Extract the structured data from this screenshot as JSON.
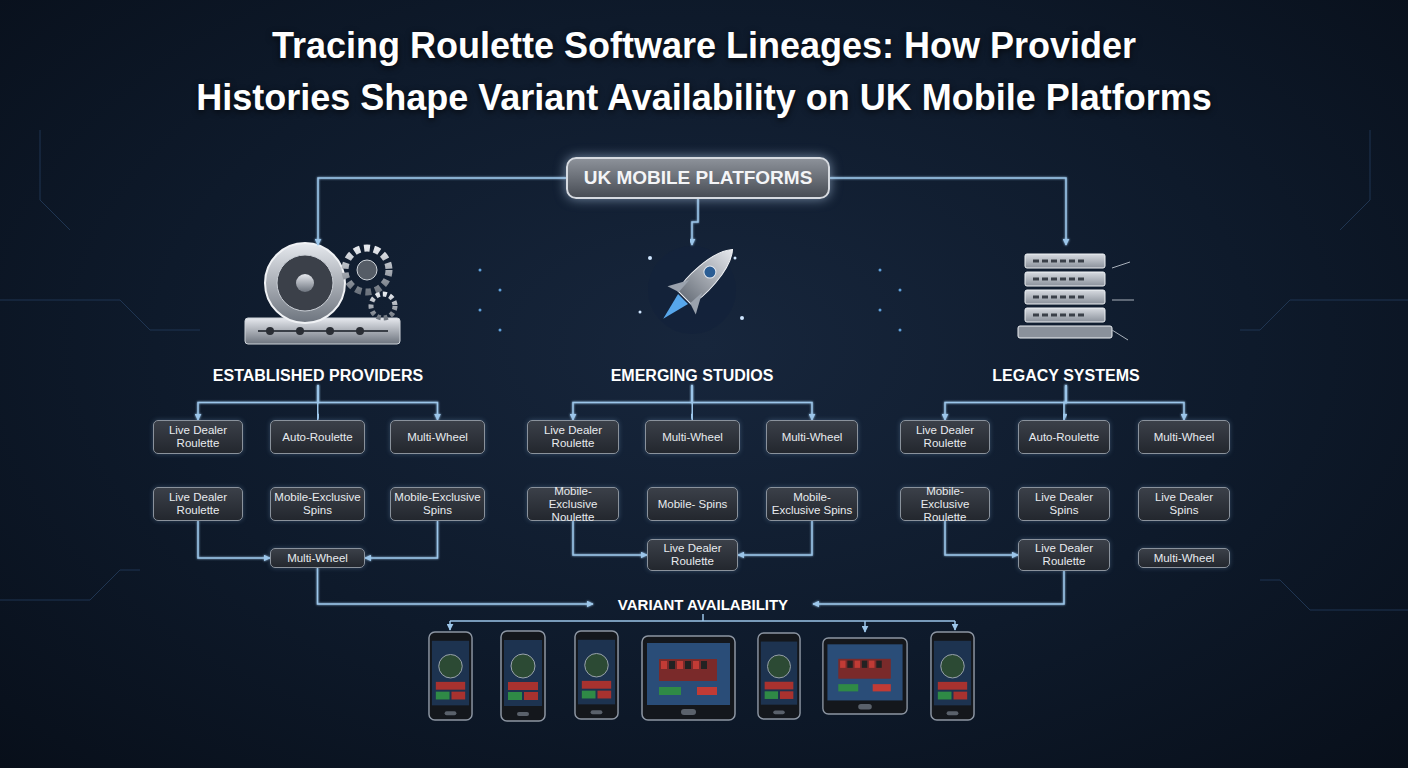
{
  "diagram": {
    "title": "Tracing Roulette Software Lineages: How Provider Histories Shape Variant Availability on UK Mobile Platforms",
    "nodes": [
      {
        "text": [
          "UK MOBILE PLATFORMS"
        ]
      },
      {
        "text": [
          "ESTABLISHED PROVIDERS"
        ]
      },
      {
        "text": [
          "EMERGING STUDIOS"
        ]
      },
      {
        "text": [
          "LEGACY SYSTEMS"
        ]
      },
      {
        "text": [
          "Live Dealer Roulette"
        ]
      },
      {
        "text": [
          "Auto-Roulette"
        ]
      },
      {
        "text": [
          "Multi-Wheel"
        ]
      },
      {
        "text": [
          "Live Dealer Roulette"
        ]
      },
      {
        "text": [
          "Mobile-Exclusive Spins"
        ]
      },
      {
        "text": [
          "Mobile-Exclusive Spins"
        ]
      },
      {
        "text": [
          "Multi-Wheel"
        ]
      },
      {
        "text": [
          "Live Dealer Roulette"
        ]
      },
      {
        "text": [
          "Multi-Wheel"
        ]
      },
      {
        "text": [
          "Multi-Wheel"
        ]
      },
      {
        "text": [
          "Mobile-Exclusive Noulette"
        ]
      },
      {
        "text": [
          "Mobile- Spins"
        ]
      },
      {
        "text": [
          "Mobile-Exclusive Spins"
        ]
      },
      {
        "text": [
          "Live Dealer Roulette"
        ]
      },
      {
        "text": [
          "Live Dealer Roulette"
        ]
      },
      {
        "text": [
          "Auto-Roulette"
        ]
      },
      {
        "text": [
          "Multi-Wheel"
        ]
      },
      {
        "text": [
          "Mobile-Exclusive Roulette"
        ]
      },
      {
        "text": [
          "Live Dealer Spins"
        ]
      },
      {
        "text": [
          "Live Dealer Spins"
        ]
      },
      {
        "text": [
          "Live Dealer Roulette"
        ]
      },
      {
        "text": [
          "Multi-Wheel"
        ]
      },
      {
        "text": [
          "VARIANT AVAILABILITY"
        ]
      }
    ],
    "edges": [
      {
        "from": 0,
        "to": 1,
        "arrow": "to"
      },
      {
        "from": 0,
        "to": 2,
        "arrow": "to"
      },
      {
        "from": 0,
        "to": 3,
        "arrow": "to"
      },
      {
        "from": 1,
        "to": 4,
        "arrow": "to"
      },
      {
        "from": 1,
        "to": 5,
        "arrow": "to"
      },
      {
        "from": 1,
        "to": 6,
        "arrow": "to"
      },
      {
        "from": 4,
        "to": 7,
        "arrow": "to"
      },
      {
        "from": 5,
        "to": 8,
        "arrow": "to"
      },
      {
        "from": 6,
        "to": 9,
        "arrow": "to"
      },
      {
        "from": 7,
        "to": 10,
        "arrow": "to"
      },
      {
        "from": 8,
        "to": 10,
        "arrow": "to"
      },
      {
        "from": 9,
        "to": 10,
        "arrow": "to"
      },
      {
        "from": 10,
        "to": 26,
        "arrow": "to"
      },
      {
        "from": 2,
        "to": 11,
        "arrow": "to"
      },
      {
        "from": 2,
        "to": 12,
        "arrow": "to"
      },
      {
        "from": 2,
        "to": 13,
        "arrow": "to"
      },
      {
        "from": 11,
        "to": 14,
        "arrow": "to"
      },
      {
        "from": 12,
        "to": 15,
        "arrow": "to"
      },
      {
        "from": 13,
        "to": 16,
        "arrow": "to"
      },
      {
        "from": 14,
        "to": 17,
        "arrow": "to"
      },
      {
        "from": 15,
        "to": 17,
        "arrow": "to"
      },
      {
        "from": 16,
        "to": 17,
        "arrow": "to"
      },
      {
        "from": 17,
        "to": 26,
        "arrow": "to"
      },
      {
        "from": 3,
        "to": 18,
        "arrow": "to"
      },
      {
        "from": 3,
        "to": 19,
        "arrow": "to"
      },
      {
        "from": 3,
        "to": 20,
        "arrow": "to"
      },
      {
        "from": 18,
        "to": 21,
        "arrow": "to"
      },
      {
        "from": 19,
        "to": 22,
        "arrow": "to"
      },
      {
        "from": 20,
        "to": 23,
        "arrow": "to"
      },
      {
        "from": 21,
        "to": 24,
        "arrow": "to"
      },
      {
        "from": 22,
        "to": 24,
        "arrow": "to"
      },
      {
        "from": 23,
        "to": 25,
        "arrow": "to"
      },
      {
        "from": 24,
        "to": 26,
        "arrow": "to"
      }
    ]
  }
}
